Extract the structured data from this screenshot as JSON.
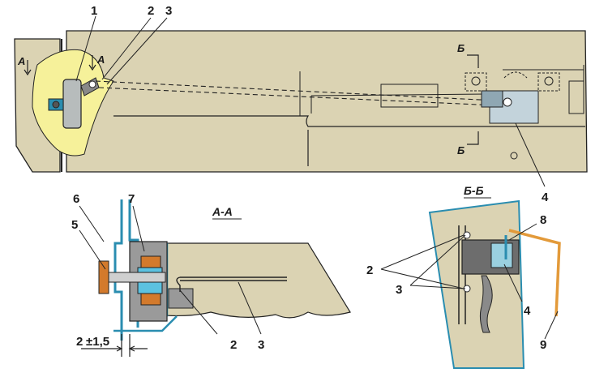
{
  "callouts": {
    "top_1": "1",
    "top_2": "2",
    "top_3": "3",
    "top_4": "4",
    "aa_2": "2",
    "aa_3": "3",
    "aa_5": "5",
    "aa_6": "6",
    "aa_7": "7",
    "bb_2": "2",
    "bb_3": "3",
    "bb_4": "4",
    "bb_8": "8",
    "bb_9": "9"
  },
  "section_marks": {
    "a_left": "А",
    "a_right": "А",
    "b_top": "Б",
    "b_bottom": "Б"
  },
  "section_titles": {
    "aa": "А-А",
    "bb": "Б-Б"
  },
  "dimension": {
    "value": "2",
    "tolerance": "±1,5"
  },
  "colors": {
    "panel": "#dbd3b3",
    "glass": "#f6f19a",
    "steel": "#a9bfc9",
    "blue": "#2a8db0",
    "orange": "#e39a3a",
    "outline": "#222222"
  }
}
